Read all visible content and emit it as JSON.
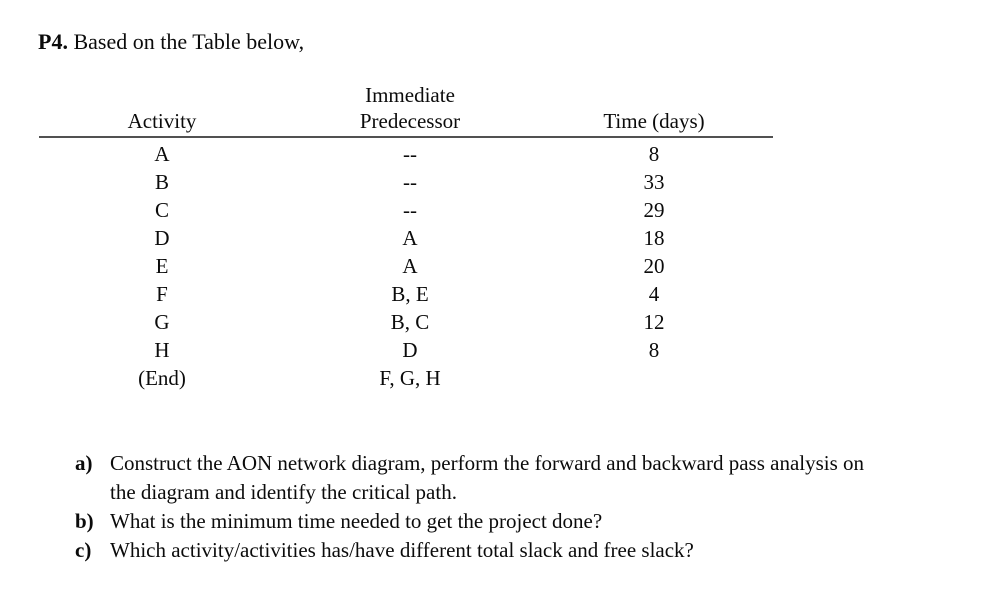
{
  "title": {
    "label": "P4.",
    "text": " Based on the Table below,"
  },
  "table": {
    "headers": {
      "activity": "Activity",
      "predecessor_line1": "Immediate",
      "predecessor_line2": "Predecessor",
      "time": "Time (days)"
    },
    "rows": [
      {
        "activity": "A",
        "predecessor": "--",
        "time": "8"
      },
      {
        "activity": "B",
        "predecessor": "--",
        "time": "33"
      },
      {
        "activity": "C",
        "predecessor": "--",
        "time": "29"
      },
      {
        "activity": "D",
        "predecessor": "A",
        "time": "18"
      },
      {
        "activity": "E",
        "predecessor": "A",
        "time": "20"
      },
      {
        "activity": "F",
        "predecessor": "B, E",
        "time": "4"
      },
      {
        "activity": "G",
        "predecessor": "B, C",
        "time": "12"
      },
      {
        "activity": "H",
        "predecessor": "D",
        "time": "8"
      },
      {
        "activity": "(End)",
        "predecessor": "F, G, H",
        "time": ""
      }
    ]
  },
  "questions": [
    {
      "marker": "a)",
      "lines": [
        "Construct the AON network diagram, perform the forward and backward pass analysis on",
        "the diagram and identify the critical path."
      ]
    },
    {
      "marker": "b)",
      "lines": [
        "What is the minimum time needed to get the project done?"
      ]
    },
    {
      "marker": "c)",
      "lines": [
        "Which activity/activities has/have different total slack and free slack?"
      ]
    }
  ]
}
